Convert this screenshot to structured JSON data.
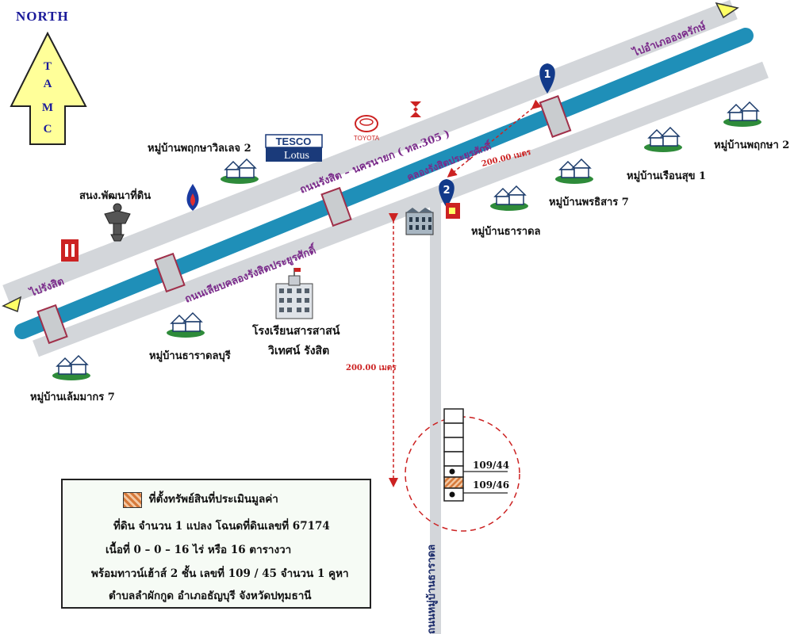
{
  "compass": {
    "north_label": "NORTH",
    "letters": [
      "T",
      "A",
      "M",
      "C"
    ],
    "colors": {
      "fill": "#ffff99",
      "stroke": "#222222",
      "text": "#1a1a9a"
    }
  },
  "roads": {
    "upper_road": "ถนนรังสิต – นครนายก ( ทล.305 )",
    "canal": "คลองรังสิตประยูรศักดิ์",
    "lower_road": "ถนนเลียบคลองรังสิตประยูรศักดิ์",
    "to_ongkharak": "ไปอำเภอองครักษ์",
    "to_rangsit": "ไปรังสิต",
    "side_road": "ถนนหมู่บ้านธาราดล"
  },
  "markers": {
    "m1": "1",
    "m2": "2"
  },
  "distances": {
    "d1": "200.00 เมตร",
    "d2": "200.00 เมตร"
  },
  "places": {
    "tesco_top": "TESCO",
    "tesco_bottom": "Lotus",
    "toyota": "TOYOTA",
    "pruksa_villa": "หมู่บ้านพฤกษาวิลเลจ 2",
    "land_office": "สนง.พัฒนาที่ดิน",
    "pruksa2": "หมู่บ้านพฤกษา 2",
    "ruenasuk": "หมู่บ้านเรือนสุข 1",
    "pornsirisarn": "หมู่บ้านพรธิสาร 7",
    "tharadol": "หมู่บ้านธาราดล",
    "tharadol_buri": "หมู่บ้านธาราดลบุรี",
    "school_1": "โรงเรียนสารสาสน์",
    "school_2": "วิเทศน์ รังสิต",
    "lamtmakorn": "หมู่บ้านเล้มมากร 7"
  },
  "lots": {
    "lot_a": "109/44",
    "lot_b": "109/46"
  },
  "legend": {
    "title": "ที่ตั้งทรัพย์สินที่ประเมินมูลค่า",
    "line1": "ที่ดิน  จำนวน 1 แปลง  โฉนดที่ดินเลขที่ 67174",
    "line2": "เนื้อที่ 0 – 0 – 16 ไร่  หรือ  16  ตารางวา",
    "line3": "พร้อมทาวน์เฮ้าส์ 2 ชั้น  เลขที่ 109 / 45 จำนวน 1 คูหา",
    "line4": "ตำบลลำผักกูด  อำเภอธัญบุรี  จังหวัดปทุมธานี"
  },
  "colors": {
    "road": "#d3d6da",
    "canal": "#1f8fb8",
    "road_text": "#7a2a8a",
    "marker": "#123a8a",
    "distance": "#cc2222",
    "house_green": "#2e8b3a",
    "subject_lot": "#d6793a"
  }
}
